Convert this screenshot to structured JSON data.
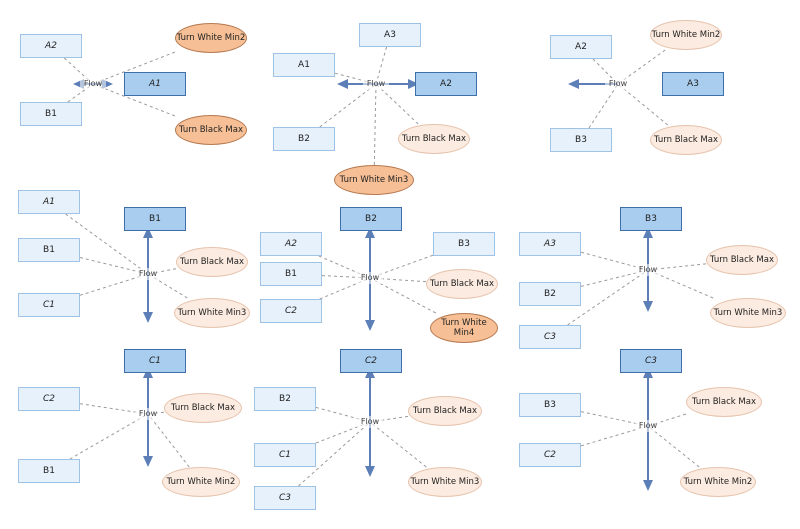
{
  "colors": {
    "link": "#9a9a9a",
    "arrow": "#5d7fb7",
    "box": "#e7f1fb",
    "box_hi": "#a9cdef",
    "ellipse": "#fcebe0",
    "ellipse_hi": "#f6bf95"
  },
  "flow_label": "Flow",
  "panels": [
    {
      "focus": "A1",
      "nodes": [
        {
          "label": "A2",
          "kind": "box",
          "italic": true
        },
        {
          "label": "B1",
          "kind": "box"
        },
        {
          "label": "A1",
          "kind": "box",
          "highlight": true,
          "italic": true
        },
        {
          "label": "Turn White Min2",
          "kind": "ellipse",
          "highlight": true
        },
        {
          "label": "Turn Black Max",
          "kind": "ellipse",
          "highlight": true
        }
      ]
    },
    {
      "focus": "A2",
      "nodes": [
        {
          "label": "A1",
          "kind": "box"
        },
        {
          "label": "A3",
          "kind": "box"
        },
        {
          "label": "B2",
          "kind": "box"
        },
        {
          "label": "A2",
          "kind": "box",
          "highlight": true
        },
        {
          "label": "Turn Black Max",
          "kind": "ellipse"
        },
        {
          "label": "Turn White Min3",
          "kind": "ellipse",
          "highlight": true
        }
      ]
    },
    {
      "focus": "A3",
      "nodes": [
        {
          "label": "A2",
          "kind": "box"
        },
        {
          "label": "B3",
          "kind": "box"
        },
        {
          "label": "A3",
          "kind": "box",
          "highlight": true
        },
        {
          "label": "Turn White Min2",
          "kind": "ellipse"
        },
        {
          "label": "Turn Black Max",
          "kind": "ellipse"
        }
      ]
    },
    {
      "focus": "B1",
      "nodes": [
        {
          "label": "A1",
          "kind": "box",
          "italic": true
        },
        {
          "label": "B1",
          "kind": "box"
        },
        {
          "label": "C1",
          "kind": "box",
          "italic": true
        },
        {
          "label": "B1",
          "kind": "box",
          "highlight": true
        },
        {
          "label": "Turn Black Max",
          "kind": "ellipse"
        },
        {
          "label": "Turn White Min3",
          "kind": "ellipse"
        }
      ]
    },
    {
      "focus": "B2",
      "nodes": [
        {
          "label": "A2",
          "kind": "box",
          "italic": true
        },
        {
          "label": "B1",
          "kind": "box"
        },
        {
          "label": "C2",
          "kind": "box",
          "italic": true
        },
        {
          "label": "B3",
          "kind": "box"
        },
        {
          "label": "B2",
          "kind": "box",
          "highlight": true
        },
        {
          "label": "Turn Black Max",
          "kind": "ellipse"
        },
        {
          "label": "Turn White Min4",
          "kind": "ellipse",
          "highlight": true
        }
      ]
    },
    {
      "focus": "B3",
      "nodes": [
        {
          "label": "A3",
          "kind": "box",
          "italic": true
        },
        {
          "label": "B2",
          "kind": "box"
        },
        {
          "label": "C3",
          "kind": "box",
          "italic": true
        },
        {
          "label": "B3",
          "kind": "box",
          "highlight": true
        },
        {
          "label": "Turn Black Max",
          "kind": "ellipse"
        },
        {
          "label": "Turn White Min3",
          "kind": "ellipse"
        }
      ]
    },
    {
      "focus": "C1",
      "nodes": [
        {
          "label": "C2",
          "kind": "box",
          "italic": true
        },
        {
          "label": "B1",
          "kind": "box"
        },
        {
          "label": "C1",
          "kind": "box",
          "highlight": true,
          "italic": true
        },
        {
          "label": "Turn Black Max",
          "kind": "ellipse"
        },
        {
          "label": "Turn White Min2",
          "kind": "ellipse"
        }
      ]
    },
    {
      "focus": "C2",
      "nodes": [
        {
          "label": "B2",
          "kind": "box"
        },
        {
          "label": "C1",
          "kind": "box",
          "italic": true
        },
        {
          "label": "C3",
          "kind": "box",
          "italic": true
        },
        {
          "label": "C2",
          "kind": "box",
          "highlight": true,
          "italic": true
        },
        {
          "label": "Turn Black Max",
          "kind": "ellipse"
        },
        {
          "label": "Turn White Min3",
          "kind": "ellipse"
        }
      ]
    },
    {
      "focus": "C3",
      "nodes": [
        {
          "label": "B3",
          "kind": "box"
        },
        {
          "label": "C2",
          "kind": "box",
          "italic": true
        },
        {
          "label": "C3",
          "kind": "box",
          "highlight": true,
          "italic": true
        },
        {
          "label": "Turn Black Max",
          "kind": "ellipse"
        },
        {
          "label": "Turn White Min2",
          "kind": "ellipse"
        }
      ]
    }
  ]
}
